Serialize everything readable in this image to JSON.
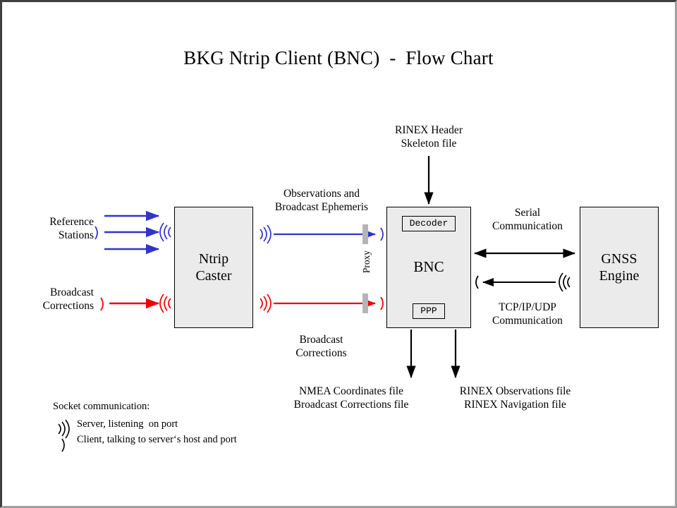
{
  "title": "BKG Ntrip Client (BNC)  -  Flow Chart",
  "colors": {
    "blue": "#3333cc",
    "red": "#ee0000",
    "black": "#000000",
    "box_fill": "#ebebeb",
    "proxy_bar": "#b5b5b5",
    "frame_dark": "#3f3f3f",
    "frame_light": "#a0a0a0"
  },
  "nodes": {
    "ntrip_caster": {
      "line1": "Ntrip",
      "line2": "Caster"
    },
    "bnc": {
      "title": "BNC",
      "decoder": "Decoder",
      "ppp": "PPP"
    },
    "gnss_engine": {
      "line1": "GNSS",
      "line2": "Engine"
    }
  },
  "labels": {
    "reference_stations": "Reference\nStations",
    "broadcast_corrections_in": "Broadcast\nCorrections",
    "observations_ephemeris": "Observations and\nBroadcast Ephemeris",
    "broadcast_corrections_out": "Broadcast\nCorrections",
    "rinex_header_skeleton": "RINEX Header\nSkeleton file",
    "serial_communication": "Serial\nCommunication",
    "tcpip_udp_communication": "TCP/IP/UDP\nCommunication",
    "proxy": "Proxy",
    "nmea_outputs": "NMEA Coordinates file\nBroadcast Corrections file",
    "rinex_outputs": "RINEX Observations file\nRINEX Navigation file"
  },
  "legend": {
    "heading": "Socket communication:",
    "items": [
      {
        "symbol": "server-antenna-icon",
        "glyph": ")))",
        "text": "Server, listening  on port"
      },
      {
        "symbol": "client-socket-icon",
        "glyph": ")",
        "text": "Client, talking to server‘s host and port"
      }
    ]
  },
  "flows": {
    "reference_to_caster": {
      "color": "#3333cc",
      "count": 3,
      "direction": "right"
    },
    "corrections_to_caster": {
      "color": "#ee0000",
      "count": 1,
      "direction": "right"
    },
    "caster_to_bnc_obs": {
      "color": "#3333cc",
      "direction": "right"
    },
    "caster_to_bnc_corr": {
      "color": "#ee0000",
      "direction": "right"
    },
    "skeleton_to_bnc": {
      "color": "#000000",
      "direction": "down"
    },
    "bnc_serial_gnss": {
      "color": "#000000",
      "direction": "both"
    },
    "gnss_tcpip_bnc": {
      "color": "#000000",
      "direction": "left"
    },
    "bnc_to_nmea_files": {
      "color": "#000000",
      "direction": "down"
    },
    "bnc_to_rinex_files": {
      "color": "#000000",
      "direction": "down"
    }
  }
}
